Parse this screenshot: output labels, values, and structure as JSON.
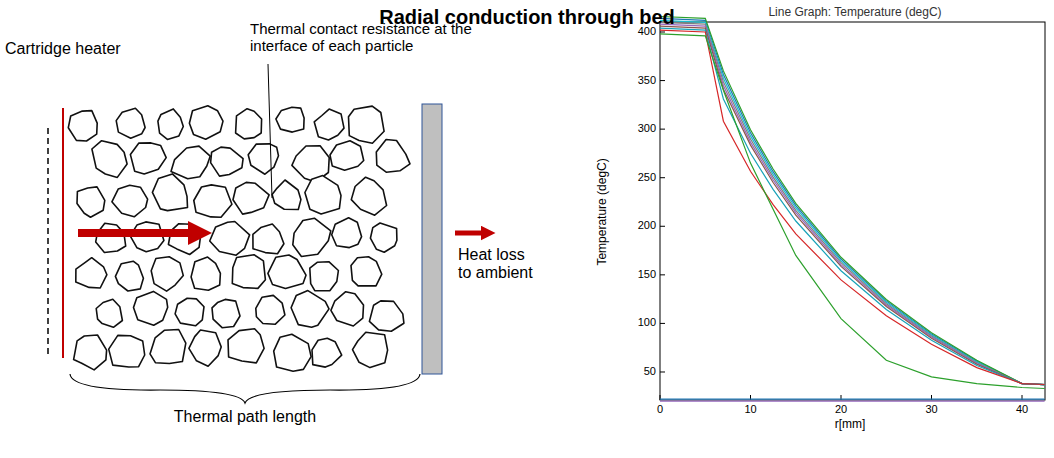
{
  "diagram": {
    "title": "Radial conduction through bed",
    "labels": [
      "Cartridge heater",
      "Thermal contact resistance at the interface of each particle",
      "Heat loss to ambient",
      "Thermal path length",
      "Line Graph: Temperature (degC)",
      "Temperature (degC)",
      "r[mm]",
      "400",
      "350",
      "300",
      "250",
      "200",
      "150",
      "100",
      "50",
      "0",
      "10",
      "20",
      "30",
      "40"
    ]
  }
}
